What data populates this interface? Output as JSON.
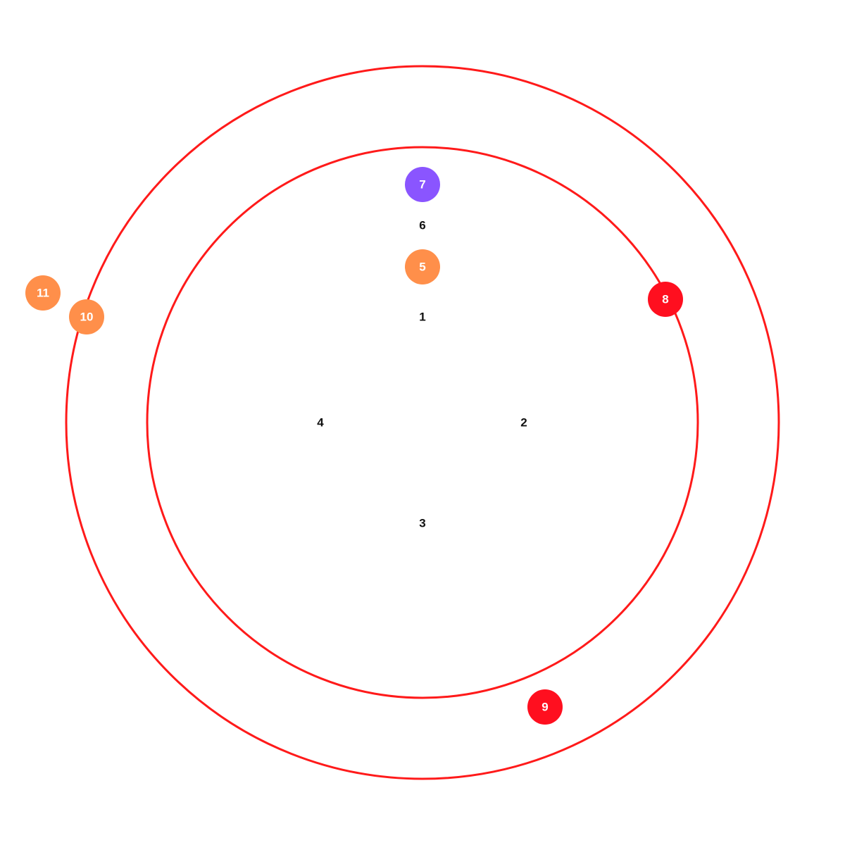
{
  "colors": {
    "background": "#ffffff",
    "ring": "#ff1a1a",
    "label": "#111111",
    "badge_orange": "#ff8f4a",
    "badge_purple": "#8a55ff",
    "badge_red": "#ff0f1f"
  },
  "rings": [
    {
      "id": "outer-ring"
    },
    {
      "id": "inner-ring"
    }
  ],
  "labels": [
    {
      "id": "label-1",
      "text": "1"
    },
    {
      "id": "label-2",
      "text": "2"
    },
    {
      "id": "label-3",
      "text": "3"
    },
    {
      "id": "label-4",
      "text": "4"
    },
    {
      "id": "label-6",
      "text": "6"
    }
  ],
  "badges": [
    {
      "id": "badge-5",
      "text": "5",
      "color": "orange"
    },
    {
      "id": "badge-7",
      "text": "7",
      "color": "purple"
    },
    {
      "id": "badge-8",
      "text": "8",
      "color": "red"
    },
    {
      "id": "badge-9",
      "text": "9",
      "color": "red"
    },
    {
      "id": "badge-10",
      "text": "10",
      "color": "orange"
    },
    {
      "id": "badge-11",
      "text": "11",
      "color": "orange"
    }
  ]
}
